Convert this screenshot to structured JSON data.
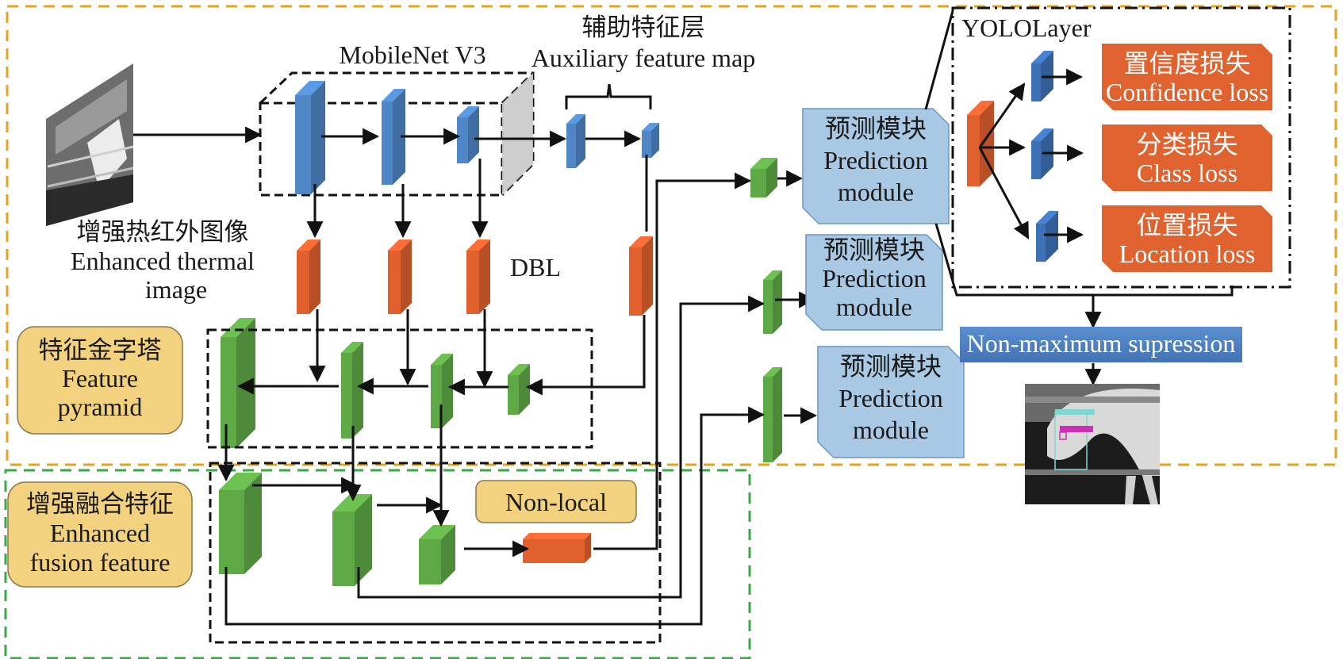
{
  "colors": {
    "outer_dash": "#e3a31e",
    "fusion_dash": "#3aa648",
    "blue_block": "#4f86c6",
    "orange_block": "#e0602e",
    "green_block": "#5ea846",
    "pred_fill": "#a9c8e4",
    "label_fill": "#f2d27e",
    "nms_fill": "#4f82c1",
    "loss_fill": "#e0622e"
  },
  "input": {
    "label_cn": "增强热红外图像",
    "label_en_1": "Enhanced thermal",
    "label_en_2": "image"
  },
  "backbone": {
    "title": "MobileNet V3"
  },
  "auxiliary": {
    "title_cn": "辅助特征层",
    "title_en": "Auxiliary feature map"
  },
  "dbl": {
    "label": "DBL"
  },
  "pyramid": {
    "label_cn": "特征金字塔",
    "label_en_1": "Feature",
    "label_en_2": "pyramid"
  },
  "fusion": {
    "label_cn": "增强融合特征",
    "label_en_1": "Enhanced",
    "label_en_2": "fusion feature"
  },
  "nonlocal": {
    "label": "Non-local"
  },
  "prediction_modules": [
    {
      "cn": "预测模块",
      "en_1": "Prediction",
      "en_2": "module"
    },
    {
      "cn": "预测模块",
      "en_1": "Prediction",
      "en_2": "module"
    },
    {
      "cn": "预测模块",
      "en_1": "Prediction",
      "en_2": "module"
    }
  ],
  "yolo": {
    "title": "YOLOLayer",
    "losses": [
      {
        "cn": "置信度损失",
        "en": "Confidence loss"
      },
      {
        "cn": "分类损失",
        "en": "Class loss"
      },
      {
        "cn": "位置损失",
        "en": "Location loss"
      }
    ]
  },
  "nms": {
    "label": "Non-maximum supression"
  }
}
